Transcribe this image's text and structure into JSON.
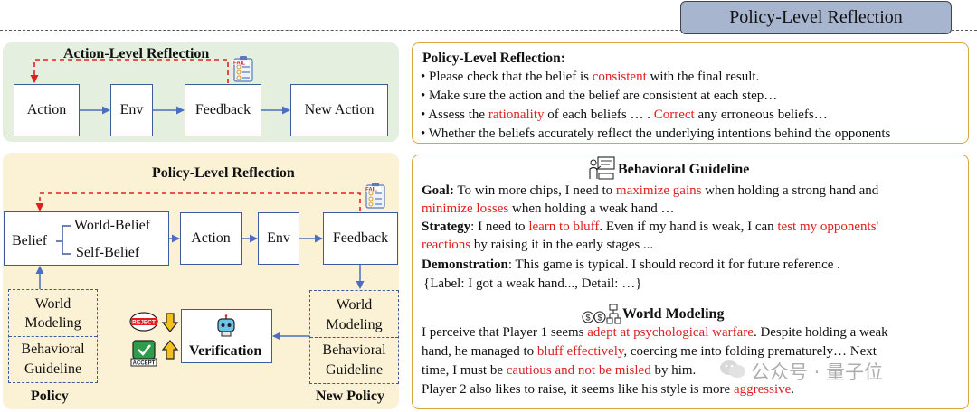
{
  "header": {
    "title": "Policy-Level Reflection"
  },
  "action_panel": {
    "title": "Action-Level Reflection",
    "nodes": [
      "Action",
      "Env",
      "Feedback",
      "New Action"
    ],
    "fail_label": "FAIL"
  },
  "policy_panel": {
    "title": "Policy-Level Reflection",
    "belief": "Belief",
    "world_belief": "World-Belief",
    "self_belief": "Self-Belief",
    "action": "Action",
    "env": "Env",
    "feedback": "Feedback",
    "fail_label": "FAIL",
    "policy_box": {
      "line1": "World",
      "line2": "Modeling",
      "line3": "Behavioral",
      "line4": "Guideline"
    },
    "new_policy_box": {
      "line1": "World",
      "line2": "Modeling",
      "line3": "Behavioral",
      "line4": "Guideline"
    },
    "policy_label": "Policy",
    "new_policy_label": "New Policy",
    "verification": "Verification",
    "reject_label": "REJECT",
    "accept_label": "ACCEPT"
  },
  "reflection_box": {
    "title": "Policy-Level Reflection:",
    "b1": {
      "a": "• Please check that the belief is ",
      "r": "consistent",
      "c": " with the final result."
    },
    "b2": "• Make sure the action and the belief are consistent at each step…",
    "b3": {
      "a": "• Assess the ",
      "r1": "rationality",
      "b": " of each beliefs … . ",
      "r2": "Correct",
      "c": " any erroneous beliefs…"
    },
    "b4": "• Whether the beliefs accurately reflect the underlying intentions behind the opponents"
  },
  "guideline_box": {
    "title": "Behavioral Guideline",
    "goal": {
      "label": "Goal:",
      "a": " To win more chips, I need to ",
      "r1": "maximize gains",
      "b": " when holding a strong hand and",
      "r2": "minimize losses",
      "c": " when holding a weak hand …"
    },
    "strategy": {
      "label": "Strategy",
      "a": ": I need to ",
      "r1": "learn to bluff",
      "b": ". Even if my hand is weak, I can ",
      "r2": "test my opponents'",
      "r3": "reactions",
      "c": " by raising it in the early stages ..."
    },
    "demo": {
      "label": "Demonstration",
      "a": ":  This game is typical. I should record it for future reference .",
      "line2": "{Label: I got a weak hand...,  Detail: …}"
    },
    "wm_title": "World Modeling",
    "wm": {
      "l1a": "I perceive that Player 1 seems ",
      "l1r": "adept at psychological warfare",
      "l1b": ". Despite holding a weak",
      "l2a": "hand, he managed to ",
      "l2r": "bluff effectively",
      "l2b": ", coercing me into folding prematurely… Next",
      "l3a": "time, I must be ",
      "l3r": "cautious and not be misled",
      "l3b": " by him.",
      "l4a": "Player 2 also likes to raise, it seems like his style is more ",
      "l4r": "aggressive",
      "l4b": "."
    }
  },
  "watermark": "公众号 · 量子位",
  "colors": {
    "accent_blue": "#3d5a9a",
    "red": "#e02020",
    "green_panel": "#e4efdf",
    "yellow_panel": "#fbf1d5",
    "orange_border": "#d9a641",
    "header_fill": "#a7b5cf"
  }
}
